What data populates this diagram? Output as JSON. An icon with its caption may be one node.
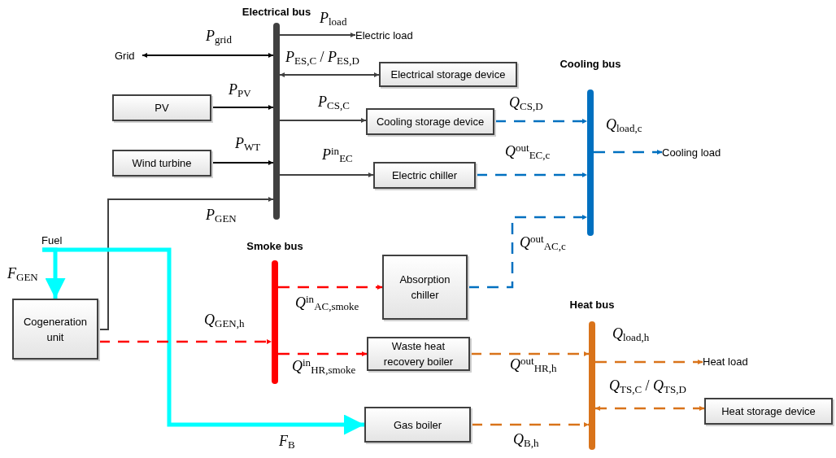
{
  "diagram": {
    "nodes": [
      {
        "text": [
          "Electrical bus"
        ]
      },
      {
        "text": [
          "Grid"
        ]
      },
      {
        "text": [
          "Electric load"
        ]
      },
      {
        "text": [
          "Electrical storage device"
        ]
      },
      {
        "text": [
          "PV"
        ]
      },
      {
        "text": [
          "Wind turbine"
        ]
      },
      {
        "text": [
          "Cooling storage device"
        ]
      },
      {
        "text": [
          "Electric chiller"
        ]
      },
      {
        "text": [
          "Cooling bus"
        ]
      },
      {
        "text": [
          "Cooling load"
        ]
      },
      {
        "text": [
          "Fuel"
        ]
      },
      {
        "text": [
          "Cogeneration unit"
        ]
      },
      {
        "text": [
          "Smoke bus"
        ]
      },
      {
        "text": [
          "Absorption chiller"
        ]
      },
      {
        "text": [
          "Waste heat recovery boiler"
        ]
      },
      {
        "text": [
          "Heat bus"
        ]
      },
      {
        "text": [
          "Heat load"
        ]
      },
      {
        "text": [
          "Gas boiler"
        ]
      },
      {
        "text": [
          "Heat storage device"
        ]
      }
    ],
    "edges": [
      {
        "from": 0,
        "to": 1,
        "arrow": "both",
        "label": "*P*$_{grid}$",
        "color": "#000000"
      },
      {
        "from": 0,
        "to": 2,
        "arrow": "to",
        "label": "*P*$_{load}$"
      },
      {
        "from": 0,
        "to": 3,
        "arrow": "both",
        "label": "*P*$_{ES,C}$ / *P*$_{ES,D}$"
      },
      {
        "from": 4,
        "to": 0,
        "arrow": "to",
        "label": "*P*$_{PV}$",
        "color": "#000000"
      },
      {
        "from": 5,
        "to": 0,
        "arrow": "to",
        "label": "*P*$_{WT}$",
        "color": "#000000"
      },
      {
        "from": 0,
        "to": 6,
        "arrow": "to",
        "label": "*P*$_{CS,C}$"
      },
      {
        "from": 0,
        "to": 7,
        "arrow": "to",
        "label": "*P*$^{in}$$_{EC}$"
      },
      {
        "from": 11,
        "to": 0,
        "arrow": "to",
        "label": "*P*$_{GEN}$"
      },
      {
        "from": 6,
        "to": 8,
        "arrow": "to",
        "label": "*Q*$_{CS,D}$",
        "style": "dashed",
        "color": "#0070c0"
      },
      {
        "from": 7,
        "to": 8,
        "arrow": "to",
        "label": "*Q*$^{out}$$_{EC,c}$",
        "style": "dashed",
        "color": "#0070c0"
      },
      {
        "from": 13,
        "to": 8,
        "arrow": "to",
        "label": "*Q*$^{out}$$_{AC,c}$",
        "style": "dashed",
        "color": "#0070c0"
      },
      {
        "from": 8,
        "to": 9,
        "arrow": "to",
        "label": "*Q*$_{load,c}$",
        "style": "dashed",
        "color": "#0070c0"
      },
      {
        "from": 10,
        "to": 11,
        "arrow": "to",
        "label": "*F*$_{GEN}$",
        "style": "thick",
        "color": "#00ffff"
      },
      {
        "from": 10,
        "to": 17,
        "arrow": "to",
        "label": "*F*$_{B}$",
        "style": "thick",
        "color": "#00ffff"
      },
      {
        "from": 11,
        "to": 12,
        "arrow": "to",
        "label": "*Q*$_{GEN,h}$",
        "style": "dashed",
        "color": "#ff0000"
      },
      {
        "from": 12,
        "to": 13,
        "arrow": "to",
        "label": "*Q*$^{in}$$_{AC,smoke}$",
        "style": "dashed",
        "color": "#ff0000"
      },
      {
        "from": 12,
        "to": 14,
        "arrow": "to",
        "label": "*Q*$^{in}$$_{HR,smoke}$",
        "style": "dashed",
        "color": "#ff0000"
      },
      {
        "from": 14,
        "to": 15,
        "arrow": "to",
        "label": "*Q*$^{out}$$_{HR,h}$",
        "style": "dashed",
        "color": "#d9731a"
      },
      {
        "from": 17,
        "to": 15,
        "arrow": "to",
        "label": "*Q*$_{B,h}$",
        "style": "dashed",
        "color": "#d9731a"
      },
      {
        "from": 15,
        "to": 16,
        "arrow": "to",
        "label": "*Q*$_{load,h}$",
        "style": "dashed",
        "color": "#d9731a"
      },
      {
        "from": 15,
        "to": 18,
        "arrow": "both",
        "label": "*Q*$_{TS,C}$ / *Q*$_{TS,D}$",
        "style": "dashed",
        "color": "#d9731a"
      }
    ]
  }
}
